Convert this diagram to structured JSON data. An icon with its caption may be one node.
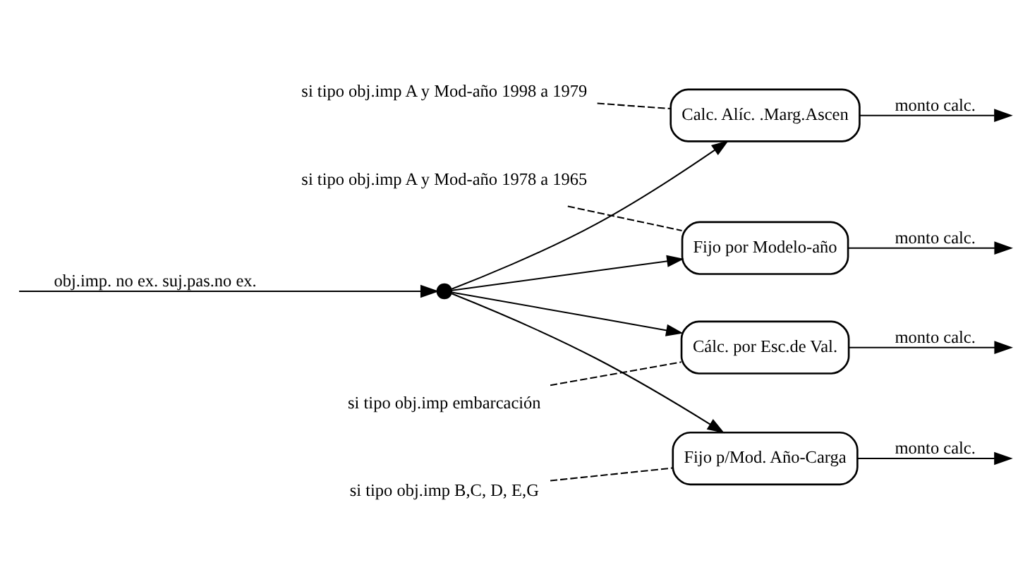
{
  "diagram": {
    "nodes": [
      {
        "text": [],
        "shape": "circle"
      },
      {
        "text": [
          "Fijo por Modelo-año"
        ]
      },
      {
        "text": [
          "Calc. Alíc. .Marg.Ascen"
        ]
      },
      {
        "text": [
          "Fijo p/Mod. Año-Carga"
        ]
      },
      {
        "text": [
          "Cálc. por Esc.de Val."
        ]
      },
      {
        "text": [
          "si tipo obj.imp A y Mod-año 1978 a 1965"
        ]
      },
      {
        "text": [
          "si tipo obj.imp A y Mod-año 1998 a 1979"
        ]
      },
      {
        "text": [
          "si tipo obj.imp B,C, D, E,G"
        ]
      },
      {
        "text": [
          "si tipo obj.imp embarcación"
        ]
      }
    ],
    "edges": [
      {
        "from": null,
        "to": 0,
        "arrow": "to",
        "label": "obj.imp. no ex. suj.pas.no ex."
      },
      {
        "from": 0,
        "to": 1,
        "arrow": "to"
      },
      {
        "from": 0,
        "to": 2,
        "arrow": "to"
      },
      {
        "from": 0,
        "to": 3,
        "arrow": "to"
      },
      {
        "from": 0,
        "to": 4,
        "arrow": "to"
      },
      {
        "from": 5,
        "to": 1,
        "arrow": "none",
        "style": "dashed"
      },
      {
        "from": 6,
        "to": 2,
        "arrow": "none",
        "style": "dashed"
      },
      {
        "from": 7,
        "to": 3,
        "arrow": "none",
        "style": "dashed"
      },
      {
        "from": 8,
        "to": 4,
        "arrow": "none",
        "style": "dashed"
      },
      {
        "from": 1,
        "to": null,
        "arrow": "to",
        "label": "monto calc."
      },
      {
        "from": 2,
        "to": null,
        "arrow": "to",
        "label": "monto calc."
      },
      {
        "from": 3,
        "to": null,
        "arrow": "to",
        "label": "monto calc."
      },
      {
        "from": 4,
        "to": null,
        "arrow": "to",
        "label": "monto calc."
      }
    ]
  }
}
